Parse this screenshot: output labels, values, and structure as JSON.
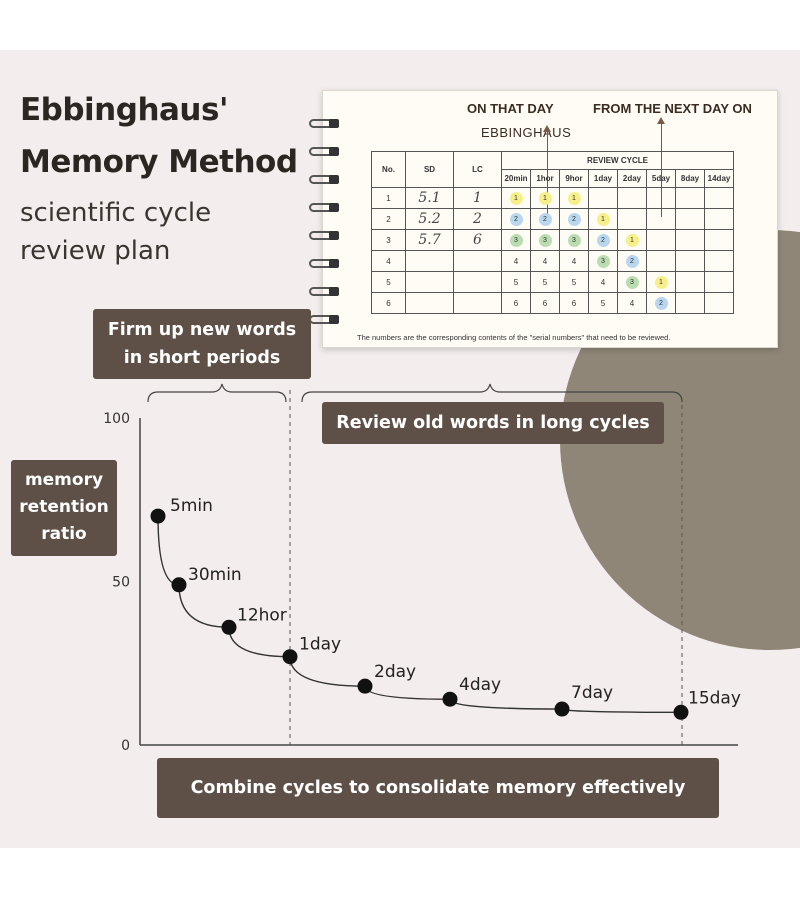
{
  "header": {
    "title_line1": "Ebbinghaus'",
    "title_line2": "Memory Method",
    "subtitle_line1": "scientific cycle",
    "subtitle_line2": "review plan"
  },
  "card": {
    "label_on_that_day": "ON THAT DAY",
    "label_from_next_day": "FROM THE NEXT DAY ON",
    "label_brand": "EBBINGHAUS",
    "table": {
      "col_no": "No.",
      "col_sd": "SD",
      "col_lc": "LC",
      "review_cycle": "REVIEW CYCLE",
      "cycles": [
        "20min",
        "1hor",
        "9hor",
        "1day",
        "2day",
        "5day",
        "8day",
        "14day"
      ],
      "rows": [
        {
          "no": "1",
          "sd": "5.1",
          "lc": "1",
          "cells": [
            "1",
            "1",
            "1",
            "",
            "",
            "",
            "",
            ""
          ]
        },
        {
          "no": "2",
          "sd": "5.2",
          "lc": "2",
          "cells": [
            "2",
            "2",
            "2",
            "1",
            "",
            "",
            "",
            ""
          ]
        },
        {
          "no": "3",
          "sd": "5.7",
          "lc": "6",
          "cells": [
            "3",
            "3",
            "3",
            "2",
            "1",
            "",
            "",
            ""
          ]
        },
        {
          "no": "4",
          "sd": "",
          "lc": "",
          "cells": [
            "4",
            "4",
            "4",
            "3",
            "2",
            "",
            "",
            ""
          ]
        },
        {
          "no": "5",
          "sd": "",
          "lc": "",
          "cells": [
            "5",
            "5",
            "5",
            "4",
            "3",
            "1",
            "",
            ""
          ]
        },
        {
          "no": "6",
          "sd": "",
          "lc": "",
          "cells": [
            "6",
            "6",
            "6",
            "5",
            "4",
            "2",
            "",
            ""
          ]
        }
      ]
    },
    "footnote": "The numbers are the corresponding contents of the \"serial numbers\" that need to be reviewed."
  },
  "labels": {
    "firm_line1": "Firm up new words",
    "firm_line2": "in short periods",
    "review_old": "Review old words in long cycles",
    "retention_line1": "memory",
    "retention_line2": "retention",
    "retention_line3": "ratio",
    "combine": "Combine cycles to consolidate memory effectively"
  },
  "colors": {
    "dark_box": "#5e5047",
    "dot_yellow": "#f6ef8a",
    "dot_blue": "#b8d6ee",
    "dot_green": "#b9ddb0",
    "accent_blob": "#8f8678"
  },
  "chart_data": {
    "type": "line",
    "yticks": [
      "100",
      "50",
      "0"
    ],
    "ylim": [
      0,
      100
    ],
    "points": [
      {
        "label": "5min",
        "y": 70
      },
      {
        "label": "30min",
        "y": 49
      },
      {
        "label": "12hor",
        "y": 36
      },
      {
        "label": "1day",
        "y": 27
      },
      {
        "label": "2day",
        "y": 18
      },
      {
        "label": "4day",
        "y": 14
      },
      {
        "label": "7day",
        "y": 11
      },
      {
        "label": "15day",
        "y": 10
      }
    ]
  }
}
